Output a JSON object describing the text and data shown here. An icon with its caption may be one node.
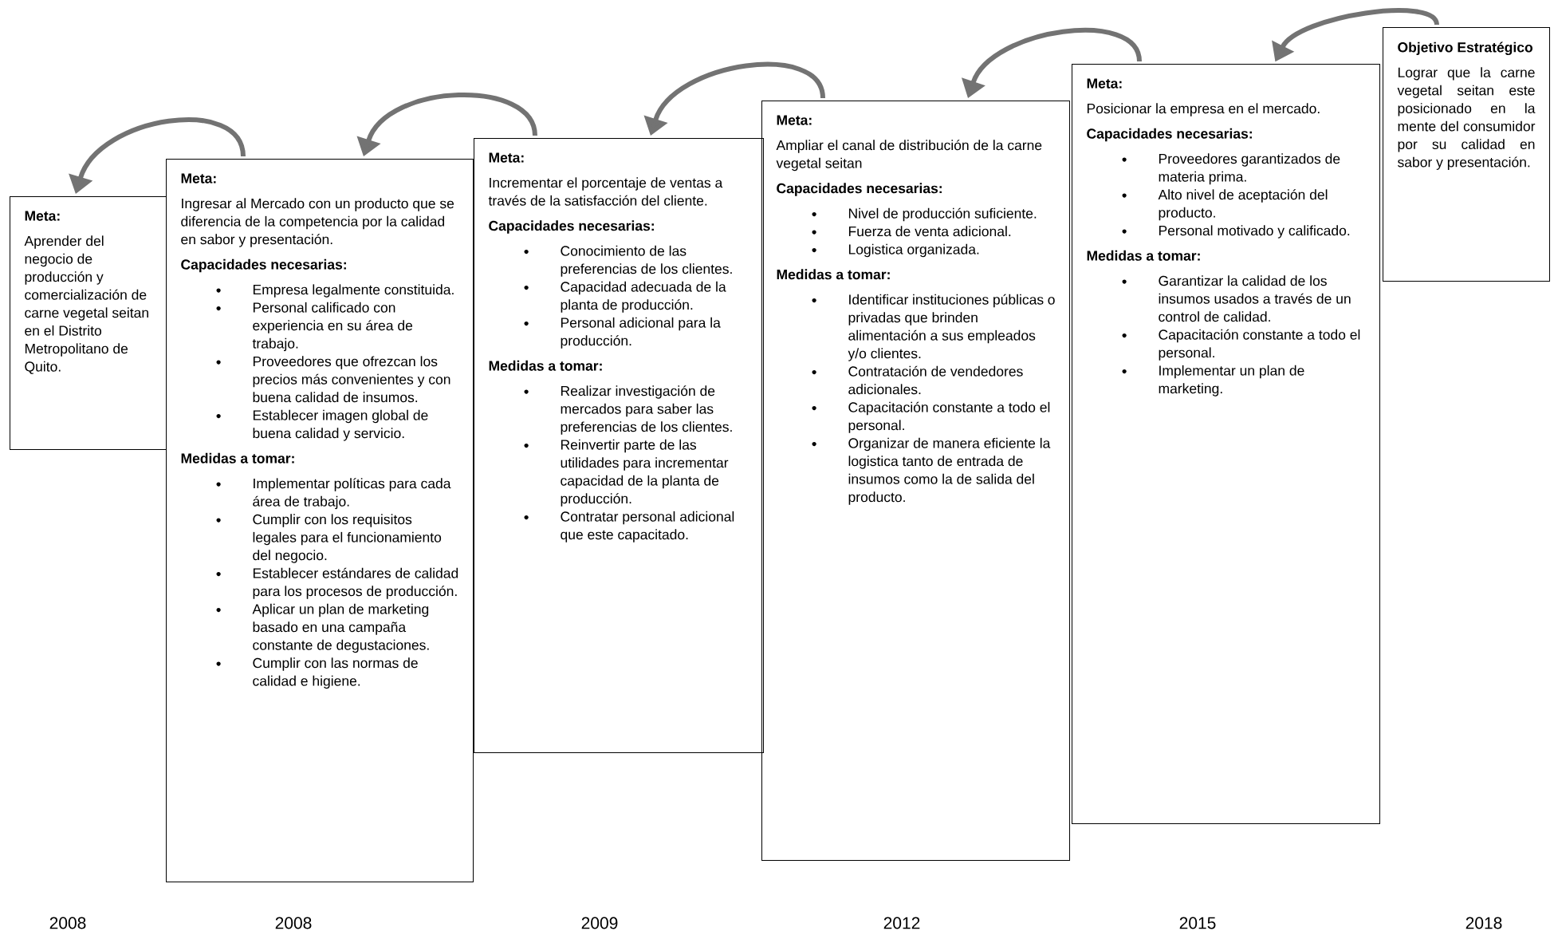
{
  "diagram": {
    "nodes": [
      {
        "text": [
          "Meta:",
          "Aprender del negocio de producción y comercialización de carne vegetal seitan en el Distrito Metropolitano de Quito."
        ]
      },
      {
        "text": [
          "Meta:",
          "Ingresar al Mercado con un producto que se diferencia de la competencia por la calidad en sabor y presentación.",
          "Capacidades necesarias:",
          "Empresa legalmente constituida.",
          "Personal calificado con experiencia en su área de trabajo.",
          "Proveedores que ofrezcan los precios más convenientes y con buena calidad de insumos.",
          "Establecer imagen global de buena calidad y servicio.",
          "Medidas a tomar:",
          "Implementar políticas para cada área de trabajo.",
          "Cumplir con los requisitos legales para el funcionamiento del negocio.",
          "Establecer estándares de calidad para los procesos de producción.",
          "Aplicar un plan de marketing basado en una campaña constante de degustaciones.",
          "Cumplir con las normas de calidad e higiene."
        ]
      },
      {
        "text": [
          "Meta:",
          "Incrementar el porcentaje de ventas a través de la satisfacción del cliente.",
          "Capacidades necesarias:",
          "Conocimiento de las preferencias de los clientes.",
          "Capacidad adecuada de la planta de producción.",
          "Personal adicional para la producción.",
          "Medidas a tomar:",
          "Realizar investigación de mercados para saber las preferencias de los clientes.",
          "Reinvertir parte de las utilidades para incrementar capacidad de la planta de producción.",
          "Contratar personal adicional que este capacitado."
        ]
      },
      {
        "text": [
          "Meta:",
          "Ampliar el canal de distribución de la carne vegetal seitan",
          "Capacidades necesarias:",
          "Nivel de producción suficiente.",
          "Fuerza de venta adicional.",
          "Logistica organizada.",
          "Medidas a tomar:",
          "Identificar instituciones públicas o privadas que brinden alimentación a sus empleados y/o clientes.",
          "Contratación de vendedores adicionales.",
          "Capacitación constante a todo el personal.",
          "Organizar de manera eficiente la logistica tanto de entrada de insumos como la de salida del producto."
        ]
      },
      {
        "text": [
          "Meta:",
          "Posicionar la empresa en el mercado.",
          "Capacidades necesarias:",
          "Proveedores garantizados de materia prima.",
          "Alto nivel de aceptación del producto.",
          "Personal motivado y calificado.",
          "Medidas a tomar:",
          "Garantizar la calidad de los insumos usados a través de un control de calidad.",
          "Capacitación constante a todo el personal.",
          "Implementar un plan de marketing."
        ]
      },
      {
        "text": [
          "Objetivo Estratégico",
          "Lograr que la carne vegetal seitan este posicionado en la mente del consumidor por su calidad en sabor y presentación."
        ]
      }
    ],
    "edges": [
      {
        "from": 1,
        "to": 0,
        "arrow": "to"
      },
      {
        "from": 2,
        "to": 1,
        "arrow": "to"
      },
      {
        "from": 3,
        "to": 2,
        "arrow": "to"
      },
      {
        "from": 4,
        "to": 3,
        "arrow": "to"
      },
      {
        "from": 5,
        "to": 4,
        "arrow": "to"
      }
    ],
    "labels": [
      "2008",
      "2008",
      "2009",
      "2012",
      "2015",
      "2018"
    ]
  }
}
